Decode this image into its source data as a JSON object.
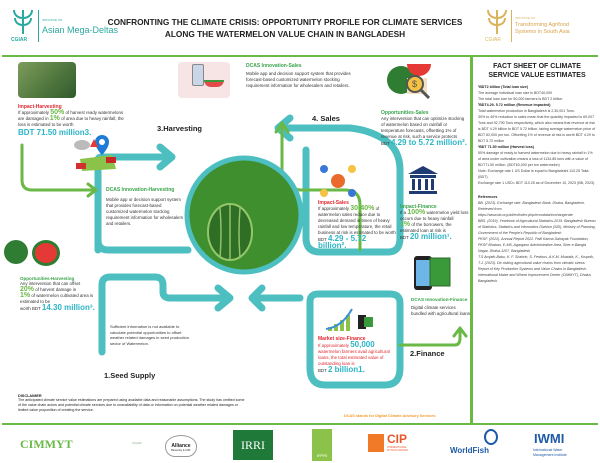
{
  "header": {
    "title_line1": "CONFRONTING THE CLIMATE CRISIS: OPPORTUNITY PROFILE FOR CLIMATE SERVICES",
    "title_line2": "ALONG THE WATERMELON VALUE CHAIN IN BANGLADESH",
    "left_logo": {
      "org": "CGIAR",
      "initiative_label": "INITIATIVE ON",
      "initiative": "Asian Mega-Deltas"
    },
    "right_logo": {
      "org": "CGIAR",
      "initiative_label": "INITIATIVE ON",
      "initiative_line1": "Transforming Agrifood",
      "initiative_line2": "Systems in South Asia"
    }
  },
  "harvesting": {
    "stage": "3.Harvesting",
    "impact": {
      "title": "Impact-Harvesting",
      "t1": "If approximately",
      "pct": "50%",
      "t2": "of harvest ready watermelons",
      "t3": "are damaged in",
      "pct2": "1%",
      "t4": "of area due to heavy rainfall, the",
      "t5": "loss is estimated to be worth",
      "value": "BDT 71.50 million3."
    },
    "dcas": {
      "title": "DCAS Innovation-Harvesting",
      "text": "Mobile app or decision support system that provides forecast-based customized watermelon stocking requirement information for wholesalers and retailers."
    },
    "opportunity": {
      "title": "Opportunities-Harvesting",
      "t1": "Any intervention that can offset",
      "pct": "20%",
      "t2": "of harvest damage in",
      "pct2": "1%",
      "t3": "of watermelon cultivated area is estimated to be",
      "t4": "worth BDT",
      "value": "14.30 million³."
    }
  },
  "sales": {
    "stage": "4. Sales",
    "dcas": {
      "title": "DCAS Innovation-Sales",
      "text": "Mobile app and decision support system that provides forecast-based customized watermelon stocking requirement information for wholesalers and retailers."
    },
    "opportunity": {
      "title": "Opportunities-Sales",
      "text": "Any intervention that can optimize stocking of watermelon based on rainfall or temperature forecasts, offsetting 1% of revenue at risk, such a service protects",
      "prefix": "BDT",
      "value": "4.29 to 5.72 million²."
    },
    "impact": {
      "title": "Impact-Sales",
      "t1": "If approximately",
      "pct": "30-40%",
      "t2": "of watermelon sales reduce due to decreased demand in times of heavy rainfall and low temperature, the retail business at risk is estimated to be worth",
      "prefix": "BDT",
      "value": "4.29 - 5.72 billion²."
    }
  },
  "finance": {
    "stage": "2.Finance",
    "impact": {
      "title": "Impact-Finance",
      "t1": "If a",
      "pct": "100%",
      "t2": "watermelon yield loss occurs due to heavy rainfall",
      "pct2": "1%",
      "t3": "of the borrowers, the estimated loan at risk is",
      "prefix": "BDT",
      "value": "20 million¹."
    },
    "dcas": {
      "title": "DCAS Innovation-Finance",
      "text": "Digital climate services bundled with agricultural loans"
    },
    "market": {
      "title": "Market size-Finance",
      "t1": "If approximately",
      "num": "50,000",
      "t2": "watermelon farmers avail agricultural loans, the total estimated value of outstanding loan is",
      "prefix": "BDT",
      "value": "2 billion1."
    }
  },
  "seed": {
    "stage": "1.Seed Supply",
    "text": "Sufficient information is not available to calculate potential opportunities to offset weather related damages in seed production sector of Watermelon."
  },
  "disclaimer": {
    "title": "DISCLAIMER",
    "text": "The anticipated climate service value estimations are prepared using available data and reasonable assumptions. The study has omitted some of the value chain actors and potential climate services due to unavailability of data or information on potential weather related damages or limited value proposition of creating the service."
  },
  "dcas_note": "DCAS stands for Digital Climate Advisory Services",
  "fact_sheet": {
    "title": "FACT SHEET OF CLIMATE SERVICE VALUE ESTIMATES",
    "items": [
      {
        "head": "¹BDT2 billion (Total loan size)",
        "lines": [
          "The average individual loan size is BDT40,000",
          "The total loan size for 50,000 farmers is BDT 2 billion"
        ]
      },
      {
        "head": "²BDT4.29- 5.72 million (Revenue impacted)",
        "lines": [
          "Total watermelon production in Bangladesh is 2,30,001 Tons.",
          "30% to 40% reduction in sales mean that the quantity impacted is 69,007 Tons and 92,790 Tons respectively, which also means that revenue at risk is BDT 4.29 billion to BDT 5.72 billion, taking average watermelon price of BDT 62,000 per ton. Offsetting 1% of revenue at risk is worth BDT 4.29 to BDT 5.72 million"
        ]
      },
      {
        "head": "³BDT 71.50 million (Harvest loss)",
        "lines": [
          "50% damage of ready to harvest watermelon due to heavy rainfall in 1% of area under cultivation means a loss of 1134.85 tons with a value of BDT71.50 million. (BDT63,000 per ton watermelon)",
          "Note: Exchange rate 1 US Dollar is equal to Bangladeshi 110.25 Taka (BDT).",
          "Exchange rate 1 USD= BDT 110.25 as of December 10, 2023 (BB, 2023)."
        ]
      }
    ],
    "references_title": "References",
    "references": [
      "BB. (2023). Exchange rate. Bangladesh Bank, Dhaka, Bangladesh. Retrieved from https://www.bb.org.bd/en/index.php/econdata/exchangerate",
      "BBS. (2019). Yearbook of Agricultural Statistics-2019. Bangladesh Bureau of Statistics. Statistics and Informatics Division (SID), Ministry of Planning, Government of the People's Republic of Bangladesh",
      "PKSF. (2022). Annual Report 2022. Palli Karma-Sahayak Foundation, PKSF Bhaban, E-4/B, Agargaon Administrative Area, Sher-e-Bangla Nagar, Dhaka-1207, Bangladesh",
      "T.S Amjath-Babu, K. F. Shahrin, S. Ferdous, A.K.M. Mustafa, K., Krupnik, T.J. (2023). De-risking agricultural value chains from climatic stress: Report of Key Production Systems and Value Chains in Bangladesh. International Maize and Wheat Improvement Center (CIMMYT), Dhaka, Bangladesh."
    ]
  },
  "footer": {
    "logos": [
      "CIMMYT",
      "CGIAR",
      "Alliance",
      "IRRI",
      "IFPRI",
      "CIP",
      "WorldFish",
      "IWMI"
    ],
    "alliance_sub": "Bioversity & CIAT",
    "cip_sub": "INTERNATIONAL POTATO CENTER",
    "iwmi_sub1": "International Water",
    "iwmi_sub2": "Management Institute"
  },
  "colors": {
    "green": "#6ab845",
    "teal": "#4dbfc0",
    "red": "#e0282e",
    "blue": "#2bb5c5",
    "orange": "#f39a2b"
  }
}
